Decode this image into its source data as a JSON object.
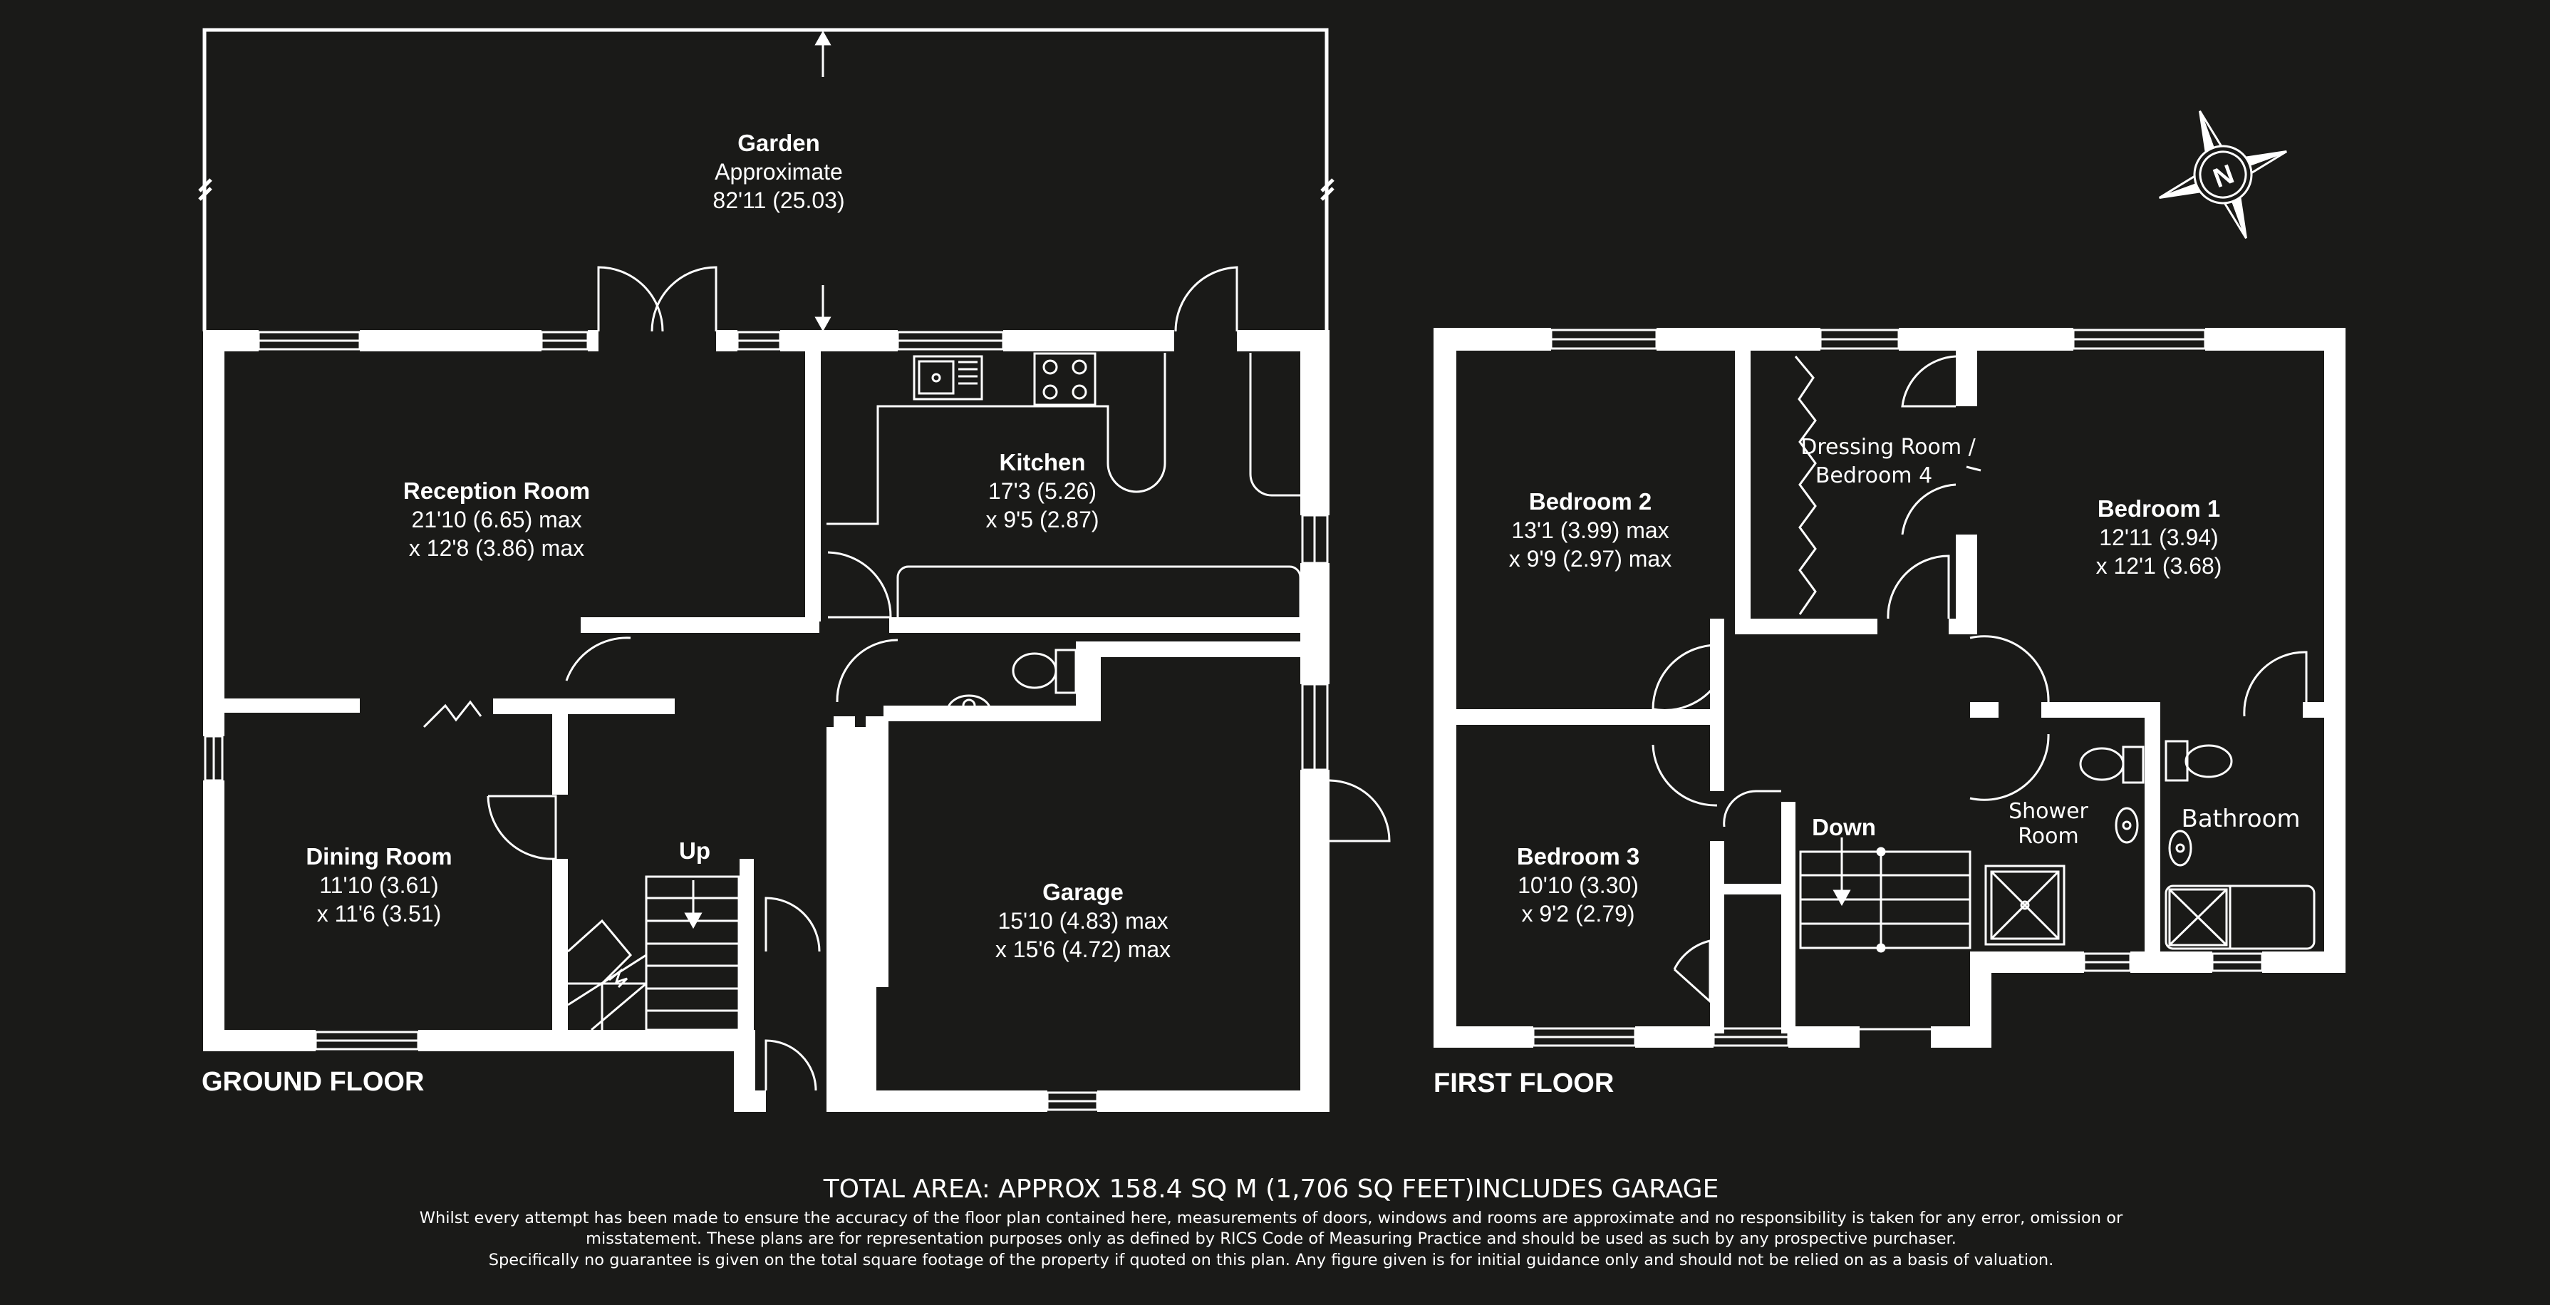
{
  "rooms": {
    "garden": {
      "name": "Garden",
      "line1": "Approximate",
      "line2": "82'11 (25.03)"
    },
    "reception": {
      "name": "Reception Room",
      "line1": "21'10 (6.65) max",
      "line2": "x 12'8 (3.86) max"
    },
    "kitchen": {
      "name": "Kitchen",
      "line1": "17'3 (5.26)",
      "line2": "x 9'5 (2.87)"
    },
    "dining": {
      "name": "Dining Room",
      "line1": "11'10 (3.61)",
      "line2": "x 11'6 (3.51)"
    },
    "garage": {
      "name": "Garage",
      "line1": "15'10 (4.83) max",
      "line2": "x 15'6 (4.72) max"
    },
    "bedroom2": {
      "name": "Bedroom 2",
      "line1": "13'1 (3.99) max",
      "line2": "x 9'9 (2.97) max"
    },
    "dressing": {
      "line1": "Dressing Room /",
      "line2": "Bedroom 4"
    },
    "bedroom1": {
      "name": "Bedroom 1",
      "line1": "12'11 (3.94)",
      "line2": "x 12'1 (3.68)"
    },
    "bedroom3": {
      "name": "Bedroom 3",
      "line1": "10'10 (3.30)",
      "line2": "x 9'2 (2.79)"
    },
    "shower": {
      "line1": "Shower",
      "line2": "Room"
    },
    "bathroom": {
      "name": "Bathroom"
    }
  },
  "stairs": {
    "up": "Up",
    "down": "Down"
  },
  "floors": {
    "ground": "GROUND FLOOR",
    "first": "FIRST FLOOR"
  },
  "compass": {
    "letter": "N"
  },
  "footer": {
    "total": "TOTAL AREA: APPROX 158.4 SQ M (1,706 SQ FEET)INCLUDES GARAGE",
    "disclaimer1": "Whilst every attempt has been made to ensure the accuracy of the floor plan contained here, measurements of doors, windows and rooms are approximate and no responsibility is taken for any error, omission or",
    "disclaimer2": "misstatement.  These plans are for representation purposes only as defined by RICS Code of Measuring Practice and should be used as such by any prospective purchaser.",
    "disclaimer3": "Specifically no guarantee is given on the total square footage of the property if quoted on this plan.  Any figure given is for initial guidance only and should not be relied on as a basis of valuation."
  },
  "colors": {
    "background": "#1a1a18",
    "lines": "#ffffff"
  }
}
